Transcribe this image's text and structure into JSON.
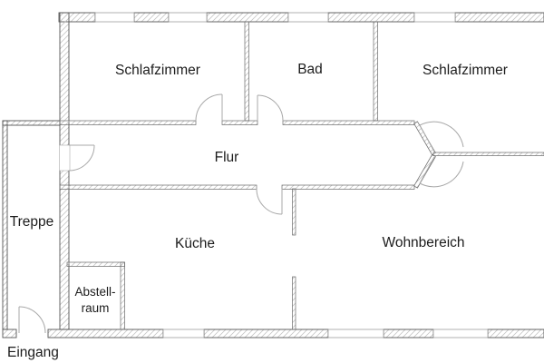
{
  "page": {
    "type": "floor-plan",
    "background": "#ffffff"
  },
  "colors": {
    "wall_outline": "#555555",
    "wall_hatch": "#c6c6c6",
    "door_arc": "#a8a8a8",
    "window_outline": "#909090",
    "label_text": "#1c1c1c"
  },
  "rooms": [
    {
      "id": "schlafzimmer-left",
      "label": "Schlafzimmer"
    },
    {
      "id": "bad",
      "label": "Bad"
    },
    {
      "id": "schlafzimmer-right",
      "label": "Schlafzimmer"
    },
    {
      "id": "flur",
      "label": "Flur"
    },
    {
      "id": "treppe",
      "label": "Treppe"
    },
    {
      "id": "kueche",
      "label": "Küche"
    },
    {
      "id": "wohnbereich",
      "label": "Wohnbereich"
    },
    {
      "id": "abstellraum",
      "label": "Abstellraum",
      "line1": "Abstell-",
      "line2": "raum"
    }
  ],
  "annotations": [
    {
      "id": "eingang",
      "label": "Eingang"
    }
  ]
}
